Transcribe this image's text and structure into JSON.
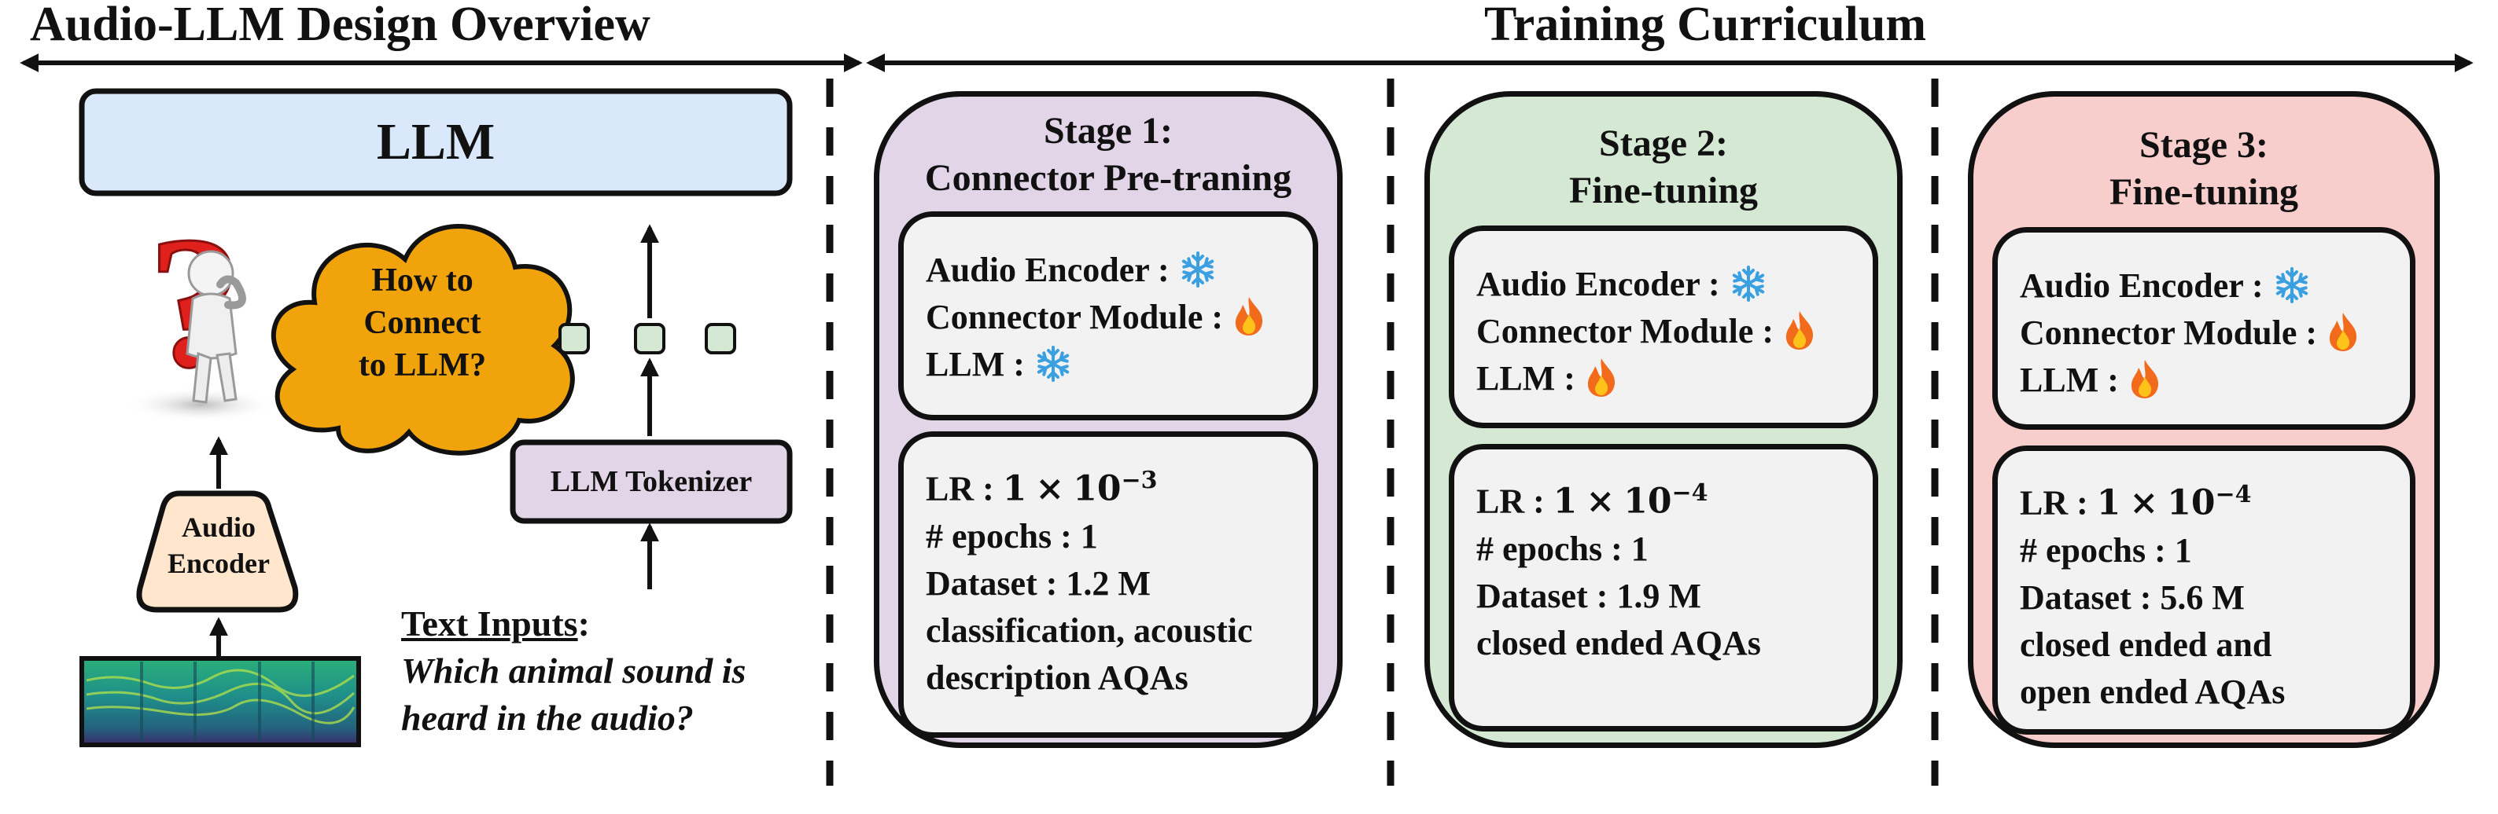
{
  "left_panel": {
    "heading": "Audio-LLM Design Overview",
    "llm_label": "LLM",
    "question_icon": "question-mark-figure-icon",
    "cloud_lines": [
      "How to",
      "Connect",
      "to LLM?"
    ],
    "tokenizer_label": "LLM Tokenizer",
    "encoder_lines": [
      "Audio",
      "Encoder"
    ],
    "spectrogram_icon": "spectrogram-icon",
    "text_inputs_label": "Text Inputs",
    "text_inputs_colon": ":",
    "text_inputs_lines": [
      "Which animal sound is",
      "heard in the audio?"
    ],
    "colors": {
      "llm_fill": "#dae8fc",
      "cloud_fill": "#f0a30a",
      "tokenizer_fill": "#e1d5e7",
      "encoder_fill": "#ffe6cc",
      "token_fill": "#d5e8d4"
    }
  },
  "right_panel": {
    "heading": "Training Curriculum",
    "stages": [
      {
        "title_lines": [
          "Stage 1:",
          "Connector Pre-traning"
        ],
        "fill": "#e1d5e7",
        "modules": [
          {
            "label": "Audio Encoder :",
            "status": "frozen"
          },
          {
            "label": "Connector Module :",
            "status": "trainable"
          },
          {
            "label": "LLM :",
            "status": "frozen"
          }
        ],
        "lr_label": "LR : ",
        "lr_mantissa": "1",
        "lr_times": "×",
        "lr_base": "10",
        "lr_exp": "−3",
        "detail_lines": [
          "# epochs : 1",
          "Dataset : 1.2 M",
          "classification, acoustic",
          "description AQAs"
        ]
      },
      {
        "title_lines": [
          "Stage 2:",
          "Fine-tuning"
        ],
        "fill": "#d5e8d4",
        "modules": [
          {
            "label": "Audio Encoder :",
            "status": "frozen"
          },
          {
            "label": "Connector Module :",
            "status": "trainable"
          },
          {
            "label": "LLM :",
            "status": "trainable"
          }
        ],
        "lr_label": "LR : ",
        "lr_mantissa": "1",
        "lr_times": "×",
        "lr_base": "10",
        "lr_exp": "−4",
        "detail_lines": [
          "# epochs : 1",
          "Dataset : 1.9 M",
          "closed ended AQAs"
        ]
      },
      {
        "title_lines": [
          "Stage 3:",
          "Fine-tuning"
        ],
        "fill": "#f8cecc",
        "modules": [
          {
            "label": "Audio Encoder :",
            "status": "frozen"
          },
          {
            "label": "Connector Module :",
            "status": "trainable"
          },
          {
            "label": "LLM :",
            "status": "trainable"
          }
        ],
        "lr_label": "LR : ",
        "lr_mantissa": "1",
        "lr_times": "×",
        "lr_base": "10",
        "lr_exp": "−4",
        "detail_lines": [
          "# epochs : 1",
          "Dataset : 5.6 M",
          "closed ended and",
          "open ended AQAs"
        ]
      }
    ],
    "icons": {
      "frozen": "snowflake-icon",
      "trainable": "fire-icon"
    },
    "colors": {
      "snowflake": "#3aa0e0",
      "flame_outer": "#f26a1b",
      "flame_inner": "#ffc21a"
    }
  }
}
